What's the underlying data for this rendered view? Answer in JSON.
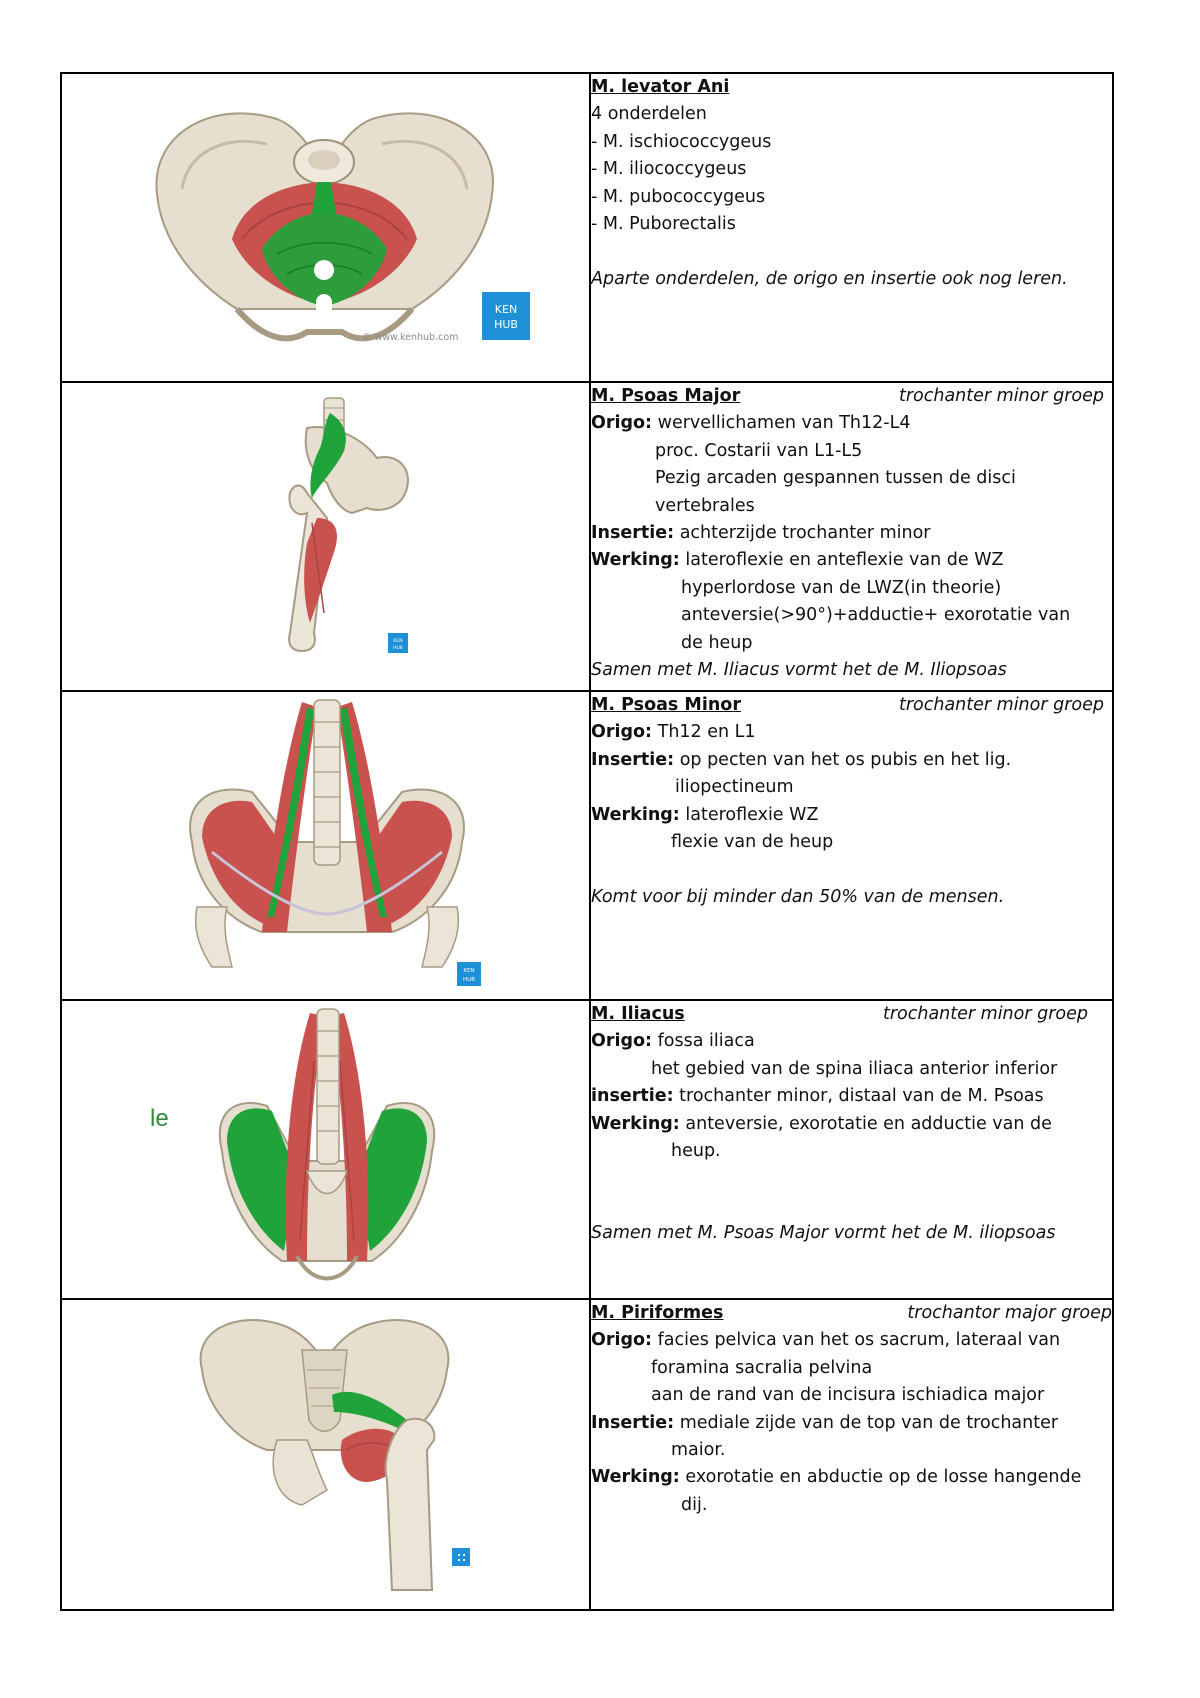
{
  "rows": [
    {
      "title": "M. levator Ani",
      "lines": [
        {
          "text": "4 onderdelen"
        },
        {
          "text": "- M. ischiococcygeus"
        },
        {
          "text": "- M. iliococcygeus"
        },
        {
          "text": "- M. pubococcygeus"
        },
        {
          "text": "- M. Puborectalis"
        },
        {
          "text": ""
        },
        {
          "italic": "Aparte onderdelen, de origo en insertie ook nog leren."
        }
      ],
      "image": {
        "watermark": "© www.kenhub.com",
        "logo_top": "KEN",
        "logo_bottom": "HUB"
      }
    },
    {
      "title": "M. Psoas Major",
      "group": "trochanter minor groep",
      "lines": [
        {
          "label": "Origo:",
          "text": " wervellichamen van Th12-L4"
        },
        {
          "text": "proc. Costarii van L1-L5"
        },
        {
          "text": "Pezig arcaden gespannen tussen de disci"
        },
        {
          "text": "vertebrales"
        },
        {
          "label": "Insertie:",
          "text": " achterzijde trochanter minor"
        },
        {
          "label": "Werking:",
          "text": " lateroflexie en anteflexie van de WZ"
        },
        {
          "text": "hyperlordose van de LWZ(in theorie)"
        },
        {
          "text": "anteversie(>90°)+adductie+ exorotatie van"
        },
        {
          "text": "de heup"
        },
        {
          "italic": "Samen met M. Iliacus vormt het de M. Iliopsoas"
        }
      ],
      "image": {
        "logo_top": "KEN",
        "logo_bottom": "HUB"
      }
    },
    {
      "title": "M. Psoas Minor",
      "group": "trochanter minor groep",
      "lines": [
        {
          "label": "Origo:",
          "text": " Th12 en L1"
        },
        {
          "label": "Insertie:",
          "text": " op pecten van het os pubis en het lig."
        },
        {
          "text": "iliopectineum"
        },
        {
          "label": "Werking:",
          "text": " lateroflexie WZ"
        },
        {
          "text": "flexie van de heup"
        },
        {
          "text": ""
        },
        {
          "italic": "Komt voor bij minder dan 50% van de mensen."
        }
      ],
      "image": {
        "logo_top": "KEN",
        "logo_bottom": "HUB"
      }
    },
    {
      "title": "M. Iliacus",
      "group": "trochanter minor groep",
      "lines": [
        {
          "label": "Origo:",
          "text": " fossa iliaca"
        },
        {
          "text": "het gebied van de spina iliaca anterior inferior"
        },
        {
          "label": "insertie:",
          "text": " trochanter minor, distaal van de M. Psoas"
        },
        {
          "label": "Werking:",
          "text": " anteversie, exorotatie en adductie van de"
        },
        {
          "text": "heup."
        },
        {
          "text": ""
        },
        {
          "text": ""
        },
        {
          "italic": "Samen met M. Psoas Major vormt het de M. iliopsoas"
        }
      ],
      "image": {
        "margin_note": "le"
      }
    },
    {
      "title": "M. Piriformes",
      "group": "trochantor major groep",
      "lines": [
        {
          "label": "Origo:",
          "text": " facies pelvica van het os sacrum, lateraal van"
        },
        {
          "text": "foramina sacralia pelvina"
        },
        {
          "text": "aan de rand van de incisura ischiadica major"
        },
        {
          "label": "Insertie:",
          "text": " mediale zijde van de top van de trochanter"
        },
        {
          "text": "maior."
        },
        {
          "label": "Werking:",
          "text": " exorotatie en abductie op de losse hangende"
        },
        {
          "text": "dij."
        }
      ],
      "image": {}
    }
  ],
  "colors": {
    "bone": "#e9e3d6",
    "bone_shadow": "#b9ad98",
    "muscle": "#c9524f",
    "highlight": "#1fa33a",
    "kenhub_blue": "#1e90d8"
  }
}
